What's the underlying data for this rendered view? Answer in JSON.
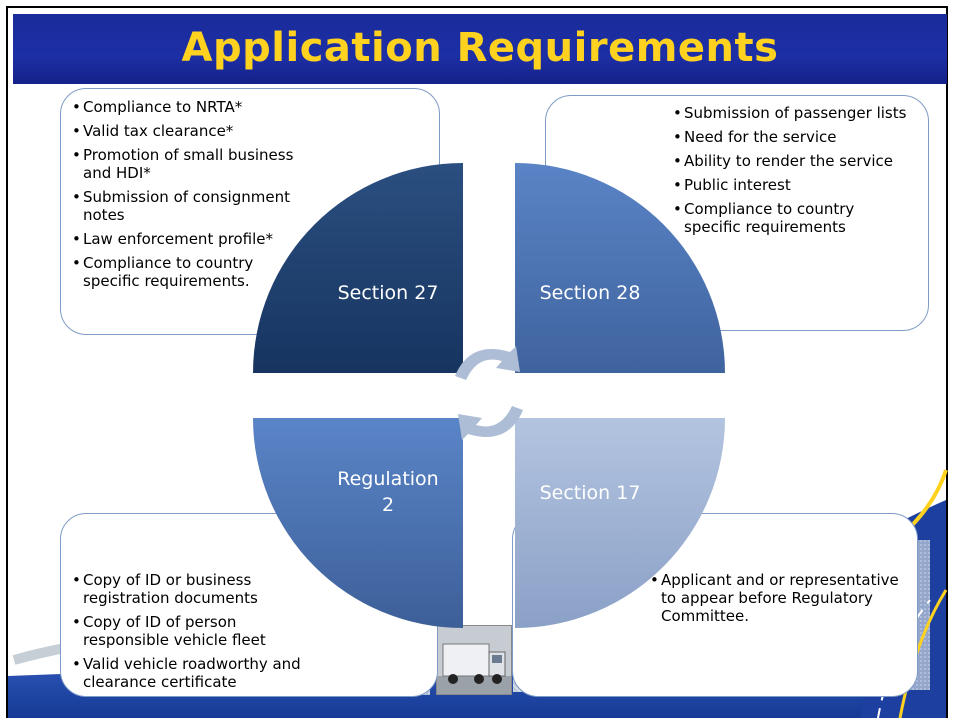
{
  "title": "Application Requirements",
  "quadrants": {
    "top_left": {
      "label": "Section 27",
      "color": "#1f3f6a"
    },
    "top_right": {
      "label": "Section 28",
      "color": "#4f6fa8"
    },
    "bottom_left": {
      "label_line1": "Regulation",
      "label_line2": "2",
      "color": "#4a6ea7"
    },
    "bottom_right": {
      "label": "Section 17",
      "color": "#9cb0d2"
    }
  },
  "boxes": {
    "top_left": {
      "items": [
        "Compliance to NRTA*",
        "Valid tax clearance*",
        "Promotion of small business and HDI*",
        "Submission of consignment notes",
        "Law enforcement profile*",
        "Compliance to country specific requirements."
      ]
    },
    "top_right": {
      "items": [
        "Submission of passenger lists",
        "Need for the service",
        "Ability to render the service",
        "Public interest",
        "Compliance to country specific requirements"
      ]
    },
    "bottom_left": {
      "items": [
        "Copy of ID or business registration documents",
        " Copy of ID of person responsible vehicle fleet",
        " Valid vehicle roadworthy and clearance certificate"
      ]
    },
    "bottom_right": {
      "items": [
        "Applicant and or representative to appear before Regulatory Committee."
      ]
    }
  },
  "colors": {
    "title_bg": "#1d2fa6",
    "title_text": "#ffd21f",
    "footer_blue": "#1d3fa0",
    "road_yellow": "#ffd21f"
  },
  "icons": {
    "center": "refresh-cycle-icon",
    "photo": "truck-photo"
  }
}
